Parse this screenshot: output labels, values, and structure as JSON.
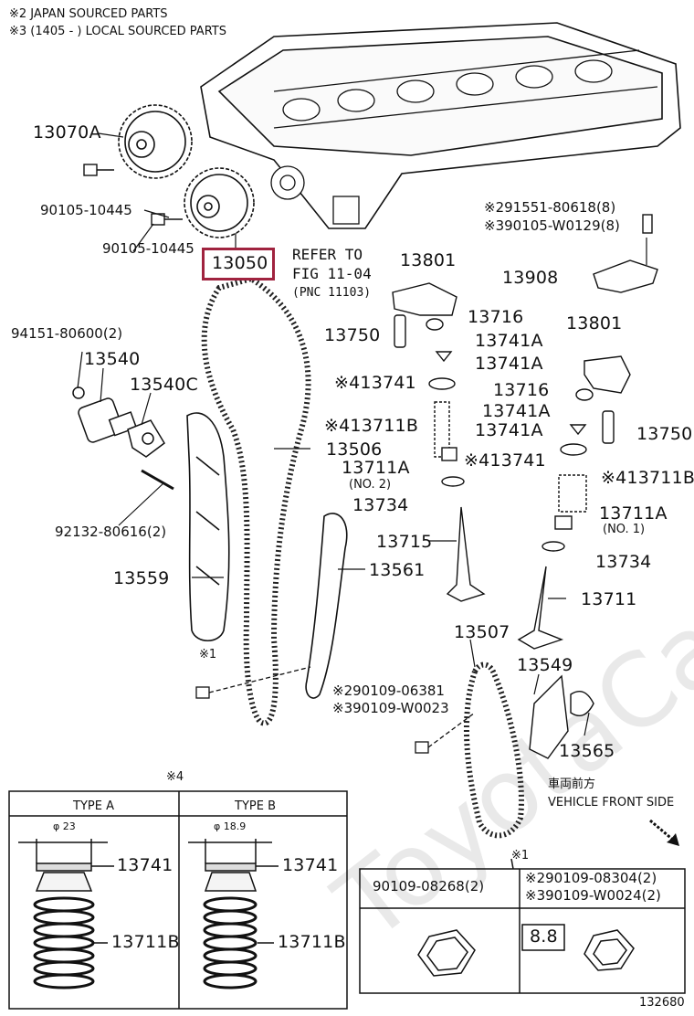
{
  "header_notes": [
    "※2 JAPAN SOURCED PARTS",
    "※3 (1405 -          ) LOCAL SOURCED PARTS"
  ],
  "highlighted_part": "13050",
  "refer": {
    "line1": "REFER TO",
    "line2": "FIG 11-04",
    "line3": "(PNC 11103)"
  },
  "labels": {
    "p13070A": "13070A",
    "p90105_10445_a": "90105-10445",
    "p90105_10445_b": "90105-10445",
    "p13801_a": "13801",
    "p13801_b": "13801",
    "p13908": "13908",
    "n91551": "※291551-80618(8)",
    "n90105W": "※390105-W0129(8)",
    "p94151": "94151-80600(2)",
    "p13540": "13540",
    "p13540C": "13540C",
    "p13750_a": "13750",
    "p13750_b": "13750",
    "p13716_a": "13716",
    "p13716_b": "13716",
    "p13741A_1": "13741A",
    "p13741A_2": "13741A",
    "p13741A_3": "13741A",
    "p13741A_4": "13741A",
    "p13741_a": "※413741",
    "p13741_b": "※413741",
    "p13711B_a": "※413711B",
    "p13711B_b": "※413711B",
    "p13506": "13506",
    "p13711A_a": "13711A",
    "p13711A_a_sub": "(NO. 2)",
    "p13711A_b": "13711A",
    "p13711A_b_sub": "(NO. 1)",
    "p13734_a": "13734",
    "p13734_b": "13734",
    "p92132": "92132-80616(2)",
    "p13715": "13715",
    "p13559": "13559",
    "p13561": "13561",
    "p13711": "13711",
    "p13507": "13507",
    "p13549": "13549",
    "star1_a": "※1",
    "star1_b": "※1",
    "n90109_06381": "※290109-06381",
    "n90109_W0023": "※390109-W0023",
    "p13565": "13565",
    "front_jp": "車両前方",
    "front_en": "VEHICLE FRONT SIDE",
    "star4": "※4"
  },
  "type_table": {
    "type_a": {
      "title": "TYPE A",
      "dia": "φ 23",
      "seat": "13741",
      "spring": "13711B"
    },
    "type_b": {
      "title": "TYPE B",
      "dia": "φ 18.9",
      "seat": "13741",
      "spring": "13711B"
    }
  },
  "bolt_table": {
    "col1": "90109-08268(2)",
    "col2_line1": "※290109-08304(2)",
    "col2_line2": "※390109-W0024(2)",
    "marking": "8.8"
  },
  "figure_number": "132680",
  "watermark": "ToyotaCarMiner.ru"
}
